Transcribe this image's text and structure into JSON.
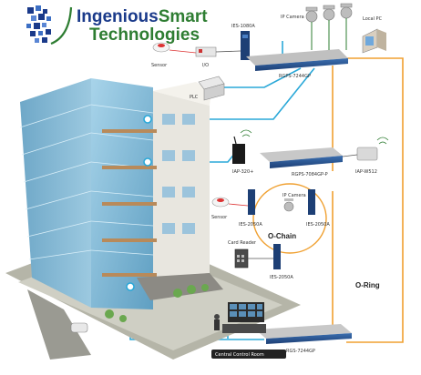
{
  "logo": {
    "line1_part1": "Ingenious",
    "line1_part2": "Smart",
    "line2": "Technologies"
  },
  "labels": {
    "ies_1080a": "IES-1080A",
    "ip_camera_top": "IP Camera",
    "local_pc": "Local PC",
    "sensor_top": "Sensor",
    "io": "I/O",
    "rgps_7244gp_top": "RGPS-7244GP",
    "plc": "PLC",
    "iap_320": "IAP-320+",
    "rgps_7084gp": "RGPS-7084GP-P",
    "iap_w512": "IAP-W512",
    "sensor_mid": "Sensor",
    "ip_camera_mid": "IP Camera",
    "ies_2050a_left": "IES-2050A",
    "ies_2050a_right": "IES-2050A",
    "o_chain": "O-Chain",
    "card_reader": "Card Reader",
    "ies_2050a_bottom": "IES-2050A",
    "o_ring": "O-Ring",
    "rgs_7244gp": "RGS-7244GP",
    "central_control_room": "Central Control Room"
  },
  "colors": {
    "ring_line": "#f0a030",
    "link_line": "#2aa8d8",
    "building_glass": "#7fb8d6",
    "logo_blue": "#1a3a8a",
    "logo_green": "#2e7d32"
  }
}
